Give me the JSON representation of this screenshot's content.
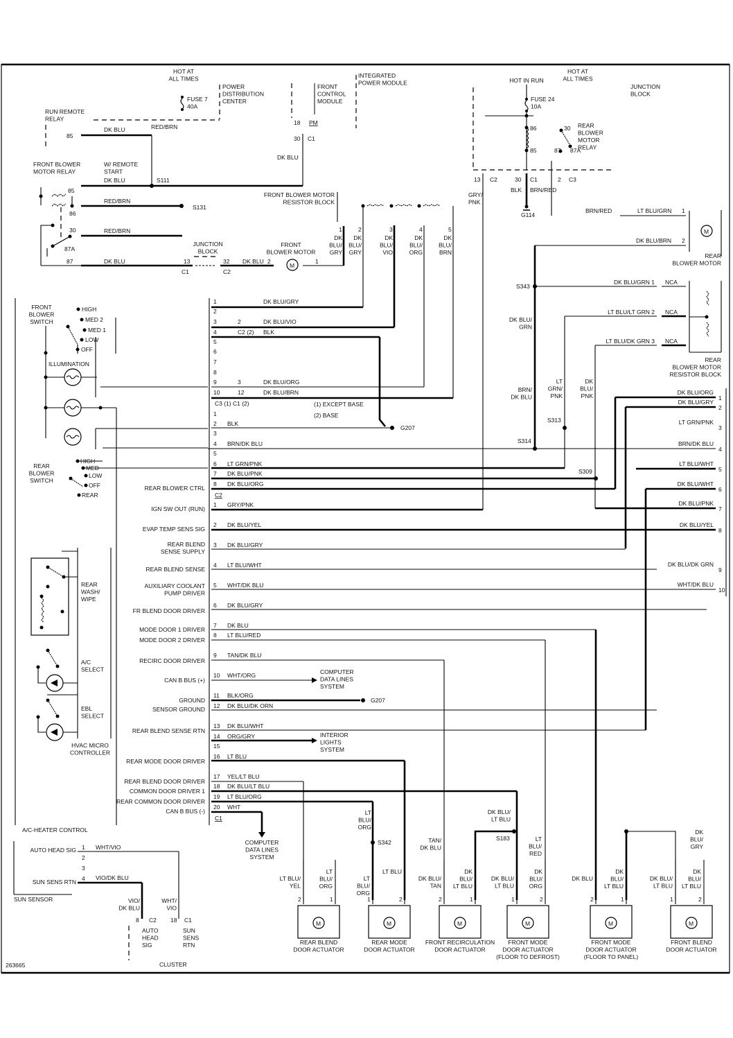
{
  "diagram": {
    "figure_id": "263665",
    "power": {
      "hot_at_all_times_1": "HOT AT\nALL TIMES",
      "fuse7": "FUSE 7\n40A",
      "pdc": "POWER\nDISTRIBUTION\nCENTER",
      "fcm": "FRONT\nCONTROL\nMODULE",
      "ipm": "INTEGRATED\nPOWER MODULE",
      "hot_in_run": "HOT IN RUN",
      "hot_at_all_times_2": "HOT AT\nALL TIMES",
      "fuse24": "FUSE 24\n10A",
      "junction_block": "JUNCTION\nBLOCK",
      "rear_blower_relay": "REAR\nBLOWER\nMOTOR\nRELAY",
      "run_remote_relay": "RUN REMOTE\nRELAY",
      "front_blower_relay": "FRONT BLOWER\nMOTOR RELAY",
      "w_remote_start": "W/ REMOTE\nSTART",
      "front_resistor_block": "FRONT BLOWER MOTOR\nRESISTOR BLOCK",
      "front_blower_motor": "FRONT\nBLOWER MOTOR",
      "junction_block_2": "JUNCTION\nBLOCK",
      "rear_blower_motor": "REAR\nBLOWER MOTOR",
      "rear_resistor_block": "REAR\nBLOWER MOTOR\nRESISTOR BLOCK",
      "g114": "G114"
    },
    "top_wires": {
      "w85_run": "85",
      "dk_blu_1": "DK BLU",
      "red_brn_top": "RED/BRN",
      "pin18": "18",
      "pm": "PM",
      "pin30": "30",
      "c1": "C1",
      "dk_blu_fcm": "DK BLU",
      "s111": "S111",
      "relay_85": "85",
      "dk_blu_2": "DK BLU",
      "relay_86": "86",
      "red_brn_2": "RED/BRN",
      "s131": "S131",
      "relay_30": "30",
      "red_brn_3": "RED/BRN",
      "relay_87a": "87A",
      "relay_87": "87",
      "dk_blu_3": "DK BLU",
      "pin13": "13",
      "c1b": "C1",
      "pin32": "32",
      "c2": "C2",
      "dk_blu_4": "DK BLU",
      "m2": "2",
      "m1": "1",
      "jb_13": "13",
      "jb_c2": "C2",
      "jb_30": "30",
      "jb_c1": "C1",
      "jb_2": "2",
      "jb_c3": "C3",
      "gry_pnk": "GRY/\nPNK",
      "blk": "BLK",
      "brn_red": "BRN/RED",
      "r86": "86",
      "r85": "85",
      "r30": "30",
      "r87": "87",
      "r87a": "87A"
    },
    "resistor_pins": [
      {
        "pin": "1",
        "color": "DK\nBLU/\nGRY"
      },
      {
        "pin": "2",
        "color": "DK\nBLU/\nGRY"
      },
      {
        "pin": "3",
        "color": "DK\nBLU/\nVIO"
      },
      {
        "pin": "4",
        "color": "DK\nBLU/\nORG"
      },
      {
        "pin": "5",
        "color": "DK\nBLU/\nBRN"
      }
    ],
    "rear_blower_wires": {
      "brn_red": "BRN/RED",
      "lt_blu_grn": "LT BLU/GRN",
      "p1": "1",
      "dk_blu_brn": "DK BLU/BRN",
      "p2": "2"
    },
    "rear_resistor_wires": [
      {
        "splice": "S343",
        "color": "DK BLU/GRN 1",
        "nca": "NCA"
      },
      {
        "splice": "",
        "color": "LT BLU/LT GRN 2",
        "nca": "NCA"
      },
      {
        "splice": "",
        "color": "LT BLU/DK GRN 3",
        "nca": "NCA"
      }
    ],
    "vertical_labels": {
      "dk_blu_grn": "DK BLU/\nGRN",
      "brn_dk_blu": "BRN/\nDK BLU",
      "lt_grn_pnk": "LT\nGRN/\nPNK",
      "dk_blu_pnk": "DK\nBLU/\nPNK",
      "s313": "S313",
      "s314": "S314",
      "s309": "S309"
    },
    "right_pins": [
      {
        "color": "DK BLU/ORG",
        "pin": "1"
      },
      {
        "color": "DK BLU/GRY",
        "pin": "2"
      },
      {
        "color": "LT GRN/PNK",
        "pin": "3"
      },
      {
        "color": "BRN/DK BLU",
        "pin": "4"
      },
      {
        "color": "LT BLU/WHT",
        "pin": "5"
      },
      {
        "color": "DK BLU/WHT",
        "pin": "6"
      },
      {
        "color": "DK BLU/PNK",
        "pin": "7"
      },
      {
        "color": "DK BLU/YEL",
        "pin": "8"
      },
      {
        "color": "DK BLU/DK GRN",
        "pin": "9"
      },
      {
        "color": "WHT/DK BLU",
        "pin": "10"
      }
    ],
    "controller": {
      "front_blower_switch": "FRONT\nBLOWER\nSWITCH",
      "front_positions": [
        "HIGH",
        "MED 2",
        "MED 1",
        "LOW",
        "OFF"
      ],
      "illumination": "ILLUMINATION",
      "rear_blower_switch": "REAR\nBLOWER\nSWITCH",
      "rear_positions": [
        "HIGH",
        "MED",
        "LOW",
        "OFF",
        "REAR"
      ],
      "rear_wash_wipe": "REAR\nWASH/\nWIPE",
      "ac_select": "A/C\nSELECT",
      "ebl_select": "EBL\nSELECT",
      "hvac_micro": "HVAC MICRO\nCONTROLLER",
      "ac_heater_control": "A/C-HEATER CONTROL"
    },
    "c3_pins": [
      {
        "pin": "1",
        "alt": "",
        "color": "DK BLU/GRY"
      },
      {
        "pin": "2",
        "alt": "",
        "color": ""
      },
      {
        "pin": "3",
        "alt": "2",
        "color": "DK BLU/VIO"
      },
      {
        "pin": "4",
        "alt": "C2 (2)",
        "color": "BLK"
      },
      {
        "pin": "5",
        "alt": "",
        "color": ""
      },
      {
        "pin": "6",
        "alt": "",
        "color": ""
      },
      {
        "pin": "7",
        "alt": "",
        "color": ""
      },
      {
        "pin": "8",
        "alt": "",
        "color": ""
      },
      {
        "pin": "9",
        "alt": "3",
        "color": "DK BLU/ORG"
      },
      {
        "pin": "10",
        "alt": "12",
        "color": "DK BLU/BRN"
      }
    ],
    "connector_note": {
      "header": "C3 (1)  C1 (2)",
      "legend1": "(1) EXCEPT BASE",
      "legend2": "(2) BASE",
      "g207": "G207"
    },
    "c1_pins": [
      {
        "pin": "1",
        "color": "",
        "label": ""
      },
      {
        "pin": "2",
        "color": "BLK",
        "label": ""
      },
      {
        "pin": "3",
        "color": "",
        "label": ""
      },
      {
        "pin": "4",
        "color": "BRN/DK BLU",
        "label": ""
      },
      {
        "pin": "5",
        "color": "",
        "label": ""
      },
      {
        "pin": "6",
        "color": "LT GRN/PNK",
        "label": ""
      },
      {
        "pin": "7",
        "color": "DK BLU/PNK",
        "label": ""
      },
      {
        "pin": "8",
        "color": "DK BLU/ORG",
        "label": "REAR BLOWER CTRL"
      }
    ],
    "c2_header": "C2",
    "c2_pins": [
      {
        "pin": "1",
        "color": "GRY/PNK",
        "label": "IGN SW OUT (RUN)"
      },
      {
        "pin": "2",
        "color": "DK BLU/YEL",
        "label": "EVAP TEMP SENS SIG"
      },
      {
        "pin": "3",
        "color": "DK BLU/GRY",
        "label": "REAR BLEND\nSENSE SUPPLY"
      },
      {
        "pin": "4",
        "color": "LT BLU/WHT",
        "label": "REAR BLEND SENSE"
      },
      {
        "pin": "5",
        "color": "WHT/DK BLU",
        "label": "AUXILIARY COOLANT\nPUMP DRIVER"
      },
      {
        "pin": "6",
        "color": "DK BLU/GRY",
        "label": "FR BLEND DOOR DRIVER"
      },
      {
        "pin": "7",
        "color": "DK BLU",
        "label": "MODE DOOR 1 DRIVER"
      },
      {
        "pin": "8",
        "color": "LT BLU/RED",
        "label": "MODE DOOR 2 DRIVER"
      },
      {
        "pin": "9",
        "color": "TAN/DK BLU",
        "label": "RECIRC DOOR DRIVER"
      },
      {
        "pin": "10",
        "color": "WHT/ORG",
        "label": "CAN B BUS (+)"
      },
      {
        "pin": "11",
        "color": "BLK/ORG",
        "label": "GROUND"
      },
      {
        "pin": "12",
        "color": "DK BLU/DK ORN",
        "label": "SENSOR GROUND"
      },
      {
        "pin": "13",
        "color": "DK BLU/WHT",
        "label": "REAR BLEND SENSE RTN"
      },
      {
        "pin": "14",
        "color": "ORG/GRY",
        "label": ""
      },
      {
        "pin": "15",
        "color": "",
        "label": ""
      },
      {
        "pin": "16",
        "color": "LT BLU",
        "label": "REAR MODE DOOR DRIVER"
      },
      {
        "pin": "17",
        "color": "YEL/LT BLU",
        "label": "REAR BLEND DOOR DRIVER"
      },
      {
        "pin": "18",
        "color": "DK BLU/LT BLU",
        "label": "COMMON DOOR DRIVER 1"
      },
      {
        "pin": "19",
        "color": "LT BLU/ORG",
        "label": "REAR COMMON DOOR DRIVER"
      },
      {
        "pin": "20",
        "color": "WHT",
        "label": "CAN B BUS (-)"
      }
    ],
    "c1_footer": "C1",
    "destinations": {
      "computer_data_lines_1": "COMPUTER\nDATA LINES\nSYSTEM",
      "g207_2": "G207",
      "interior_lights": "INTERIOR\nLIGHTS\nSYSTEM",
      "computer_data_lines_2": "COMPUTER\nDATA LINES\nSYSTEM"
    },
    "sun_sensor": {
      "title": "SUN SENSOR",
      "pin1": "1",
      "pin1_label": "AUTO HEAD SIG",
      "pin1_color": "WHT/VIO",
      "pin2": "2",
      "pin3": "3",
      "pin4": "4",
      "pin4_label": "SUN SENS RTN",
      "pin4_color": "VIO/DK BLU",
      "cluster_c2_color": "VIO/\nDK BLU",
      "cluster_c2_pin": "8",
      "cluster_c2": "C2",
      "cluster_c1_color": "WHT/\nVIO",
      "cluster_c1_pin": "18",
      "cluster_c1": "C1",
      "auto_head": "AUTO\nHEAD\nSIG",
      "sun_sens": "SUN\nSENS\nRTN",
      "cluster": "CLUSTER"
    },
    "actuators": [
      {
        "name": "REAR BLEND\nDOOR ACTUATOR",
        "pin2": "2",
        "pin2_color": "LT BLU/\nYEL",
        "pin1": "1",
        "pin1_color": "LT\nBLU/\nORG"
      },
      {
        "name": "REAR MODE\nDOOR ACTUATOR",
        "pin2": "2",
        "pin2_color": "LT BLU",
        "pin1": "1",
        "pin1_color": "LT\nBLU/\nORG"
      },
      {
        "name": "FRONT RECIRCULATION\nDOOR ACTUATOR",
        "pin2": "2",
        "pin2_color": "DK BLU/\nTAN",
        "pin1": "1",
        "pin1_color": "DK\nBLU/\nLT BLU"
      },
      {
        "name": "FRONT MODE\nDOOR ACTUATOR\n(FLOOR TO DEFROST)",
        "pin1": "1",
        "pin1_color": "DK BLU/\nLT BLU",
        "pin2": "2",
        "pin2_color": "DK\nBLU/\nORG"
      },
      {
        "name": "FRONT MODE\nDOOR ACTUATOR\n(FLOOR TO PANEL)",
        "pin2": "2",
        "pin2_color": "DK BLU",
        "pin1": "1",
        "pin1_color": "DK\nBLU/\nLT BLU"
      },
      {
        "name": "FRONT BLEND\nDOOR ACTUATOR",
        "pin1": "1",
        "pin1_color": "DK BLU/\nLT BLU",
        "pin2": "2",
        "pin2_color": "DK\nBLU/\nLT BLU"
      }
    ],
    "bottom_labels": {
      "lt_blu_org_upper": "LT\nBLU/\nORG",
      "s342": "S342",
      "tan_dk_blu": "TAN/\nDK BLU",
      "dk_blu_lt_blu_upper": "DK BLU/\nLT BLU",
      "s183": "S183",
      "lt_blu_red": "LT\nBLU/\nRED",
      "dk_blu_gry": "DK\nBLU/\nGRY"
    }
  }
}
